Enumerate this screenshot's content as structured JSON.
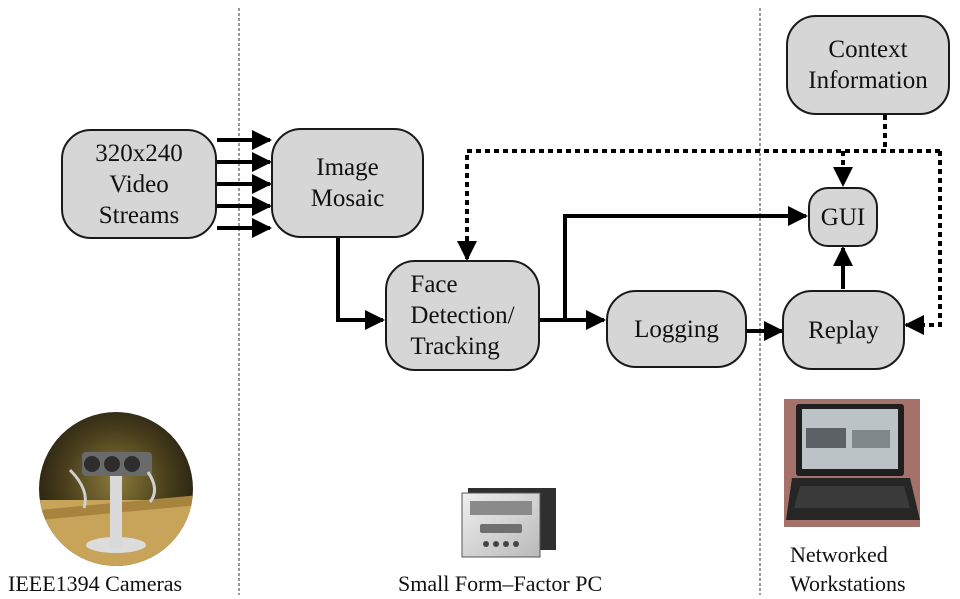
{
  "nodes": {
    "video_streams": [
      "320x240",
      "Video",
      "Streams"
    ],
    "image_mosaic": [
      "Image",
      "Mosaic"
    ],
    "face_detection": [
      "Face",
      "Detection/",
      "Tracking"
    ],
    "logging": [
      "Logging"
    ],
    "context_information": [
      "Context",
      "Information"
    ],
    "gui": [
      "GUI"
    ],
    "replay": [
      "Replay"
    ]
  },
  "captions": {
    "cameras": "IEEE1394 Cameras",
    "pc": "Small Form–Factor PC",
    "workstations_line1": "Networked",
    "workstations_line2": "Workstations"
  },
  "pictures": {
    "cameras": "camera-rig-photo",
    "pc": "pc-icon",
    "workstations": "laptop-photo"
  }
}
